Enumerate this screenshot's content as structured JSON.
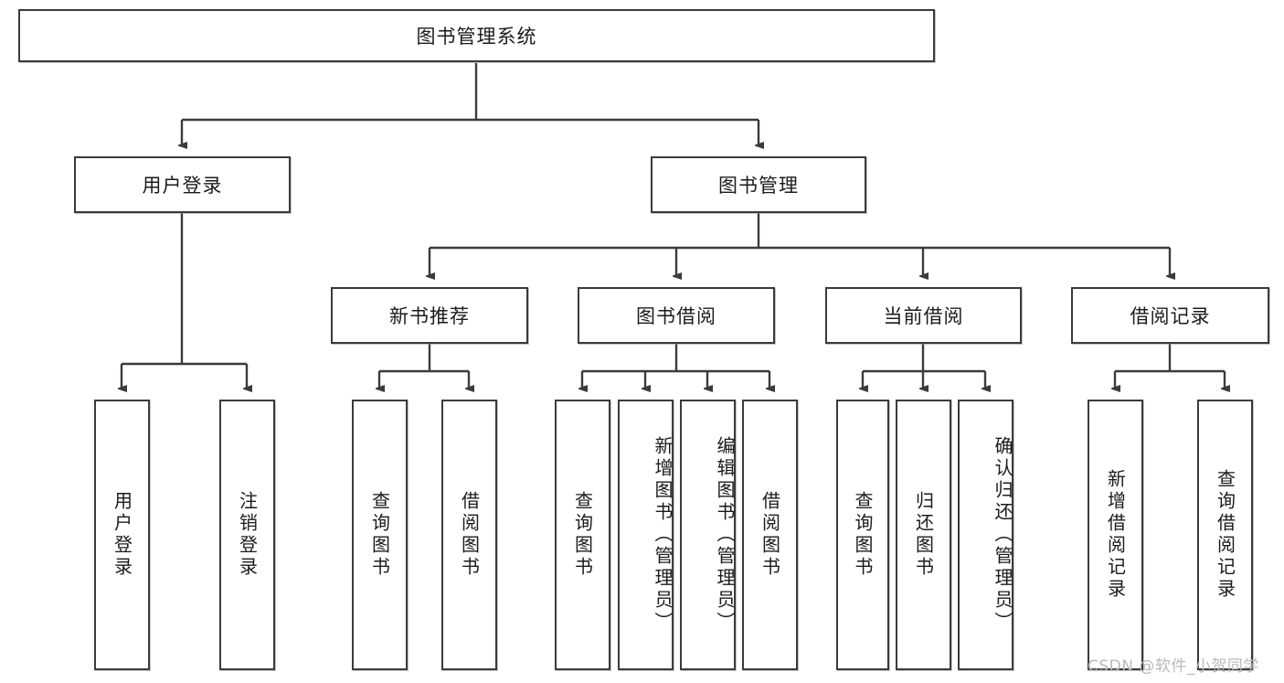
{
  "diagram": {
    "title": "图书管理系统",
    "type": "tree-hierarchy-diagram",
    "root": {
      "label": "图书管理系统"
    },
    "level2": [
      {
        "label": "用户登录"
      },
      {
        "label": "图书管理"
      }
    ],
    "level3": [
      {
        "label": "新书推荐"
      },
      {
        "label": "图书借阅"
      },
      {
        "label": "当前借阅"
      },
      {
        "label": "借阅记录"
      }
    ],
    "leaves": {
      "user_login": [
        {
          "label": "用户登录"
        },
        {
          "label": "注销登录"
        }
      ],
      "new_book_recommend": [
        {
          "label": "查询图书"
        },
        {
          "label": "借阅图书"
        }
      ],
      "book_borrow": [
        {
          "label": "查询图书"
        },
        {
          "label": "新增图书（管理员）"
        },
        {
          "label": "编辑图书（管理员）"
        },
        {
          "label": "借阅图书"
        }
      ],
      "current_borrow": [
        {
          "label": "查询图书"
        },
        {
          "label": "归还图书"
        },
        {
          "label": "确认归还（管理员）"
        }
      ],
      "borrow_record": [
        {
          "label": "新增借阅记录"
        },
        {
          "label": "查询借阅记录"
        }
      ]
    }
  },
  "watermark": {
    "text": "CSDN @软件_小贺同学"
  },
  "colors": {
    "border": "#3b3b3b",
    "background": "#ffffff",
    "text": "#1b1b1b",
    "watermark": "#b9b9b9"
  }
}
